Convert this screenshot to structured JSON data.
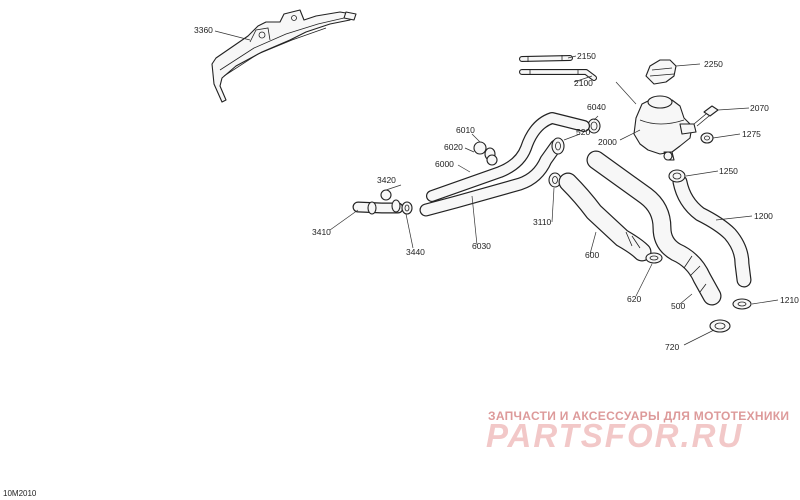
{
  "diagram_code": "10M2010",
  "watermark": {
    "tagline": "ЗАПЧАСТИ И АКСЕССУАРЫ ДЛЯ МОТОТЕХНИКИ",
    "logo": "PARTSFOR.RU"
  },
  "callouts": [
    {
      "id": "c3360",
      "text": "3360"
    },
    {
      "id": "c2150",
      "text": "2150"
    },
    {
      "id": "c2250",
      "text": "2250"
    },
    {
      "id": "c2100",
      "text": "2100"
    },
    {
      "id": "c2070",
      "text": "2070"
    },
    {
      "id": "c6040",
      "text": "6040"
    },
    {
      "id": "c1275",
      "text": "1275"
    },
    {
      "id": "c2000",
      "text": "2000"
    },
    {
      "id": "c6010",
      "text": "6010"
    },
    {
      "id": "c520",
      "text": "520"
    },
    {
      "id": "c6020",
      "text": "6020"
    },
    {
      "id": "c6000",
      "text": "6000"
    },
    {
      "id": "c1250",
      "text": "1250"
    },
    {
      "id": "c3420",
      "text": "3420"
    },
    {
      "id": "c1200",
      "text": "1200"
    },
    {
      "id": "c3110",
      "text": "3110"
    },
    {
      "id": "c3410",
      "text": "3410"
    },
    {
      "id": "c3440",
      "text": "3440"
    },
    {
      "id": "c6030",
      "text": "6030"
    },
    {
      "id": "c600",
      "text": "600"
    },
    {
      "id": "c620",
      "text": "620"
    },
    {
      "id": "c500",
      "text": "500"
    },
    {
      "id": "c1210",
      "text": "1210"
    },
    {
      "id": "c720",
      "text": "720"
    }
  ]
}
